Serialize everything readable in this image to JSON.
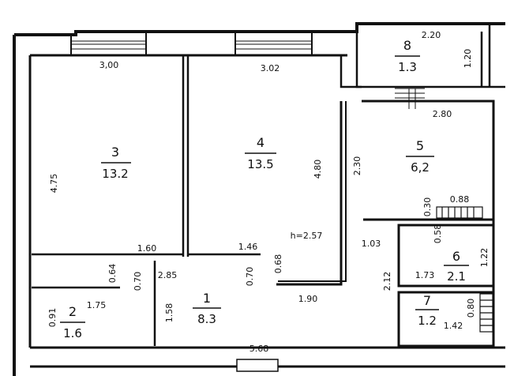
{
  "rooms": [
    {
      "number": "3",
      "area": "13.2"
    },
    {
      "number": "4",
      "area": "13.5"
    },
    {
      "number": "5",
      "area": "6,2"
    },
    {
      "number": "8",
      "area": "1.3"
    },
    {
      "number": "1",
      "area": "8.3"
    },
    {
      "number": "2",
      "area": "1.6"
    },
    {
      "number": "6",
      "area": "2.1"
    },
    {
      "number": "7",
      "area": "1.2"
    }
  ],
  "dimensions": {
    "d_300": "3,00",
    "d_302": "3.02",
    "d_220": "2.20",
    "d_120": "1.20",
    "d_280": "2.80",
    "d_475": "4.75",
    "d_480": "4.80",
    "d_230": "2.30",
    "d_030": "0.30",
    "d_088": "0.88",
    "d_h257": "h=2.57",
    "d_160": "1.60",
    "d_146": "1.46",
    "d_064": "0.64",
    "d_070a": "0.70",
    "d_285": "2.85",
    "d_070b": "0.70",
    "d_068": "0.68",
    "d_103": "1.03",
    "d_058": "0.58",
    "d_122": "1.22",
    "d_173": "1.73",
    "d_212": "2.12",
    "d_190": "1.90",
    "d_091": "0.91",
    "d_175": "1.75",
    "d_158": "1.58",
    "d_080": "0.80",
    "d_142": "1.42",
    "d_568": "5.68"
  }
}
